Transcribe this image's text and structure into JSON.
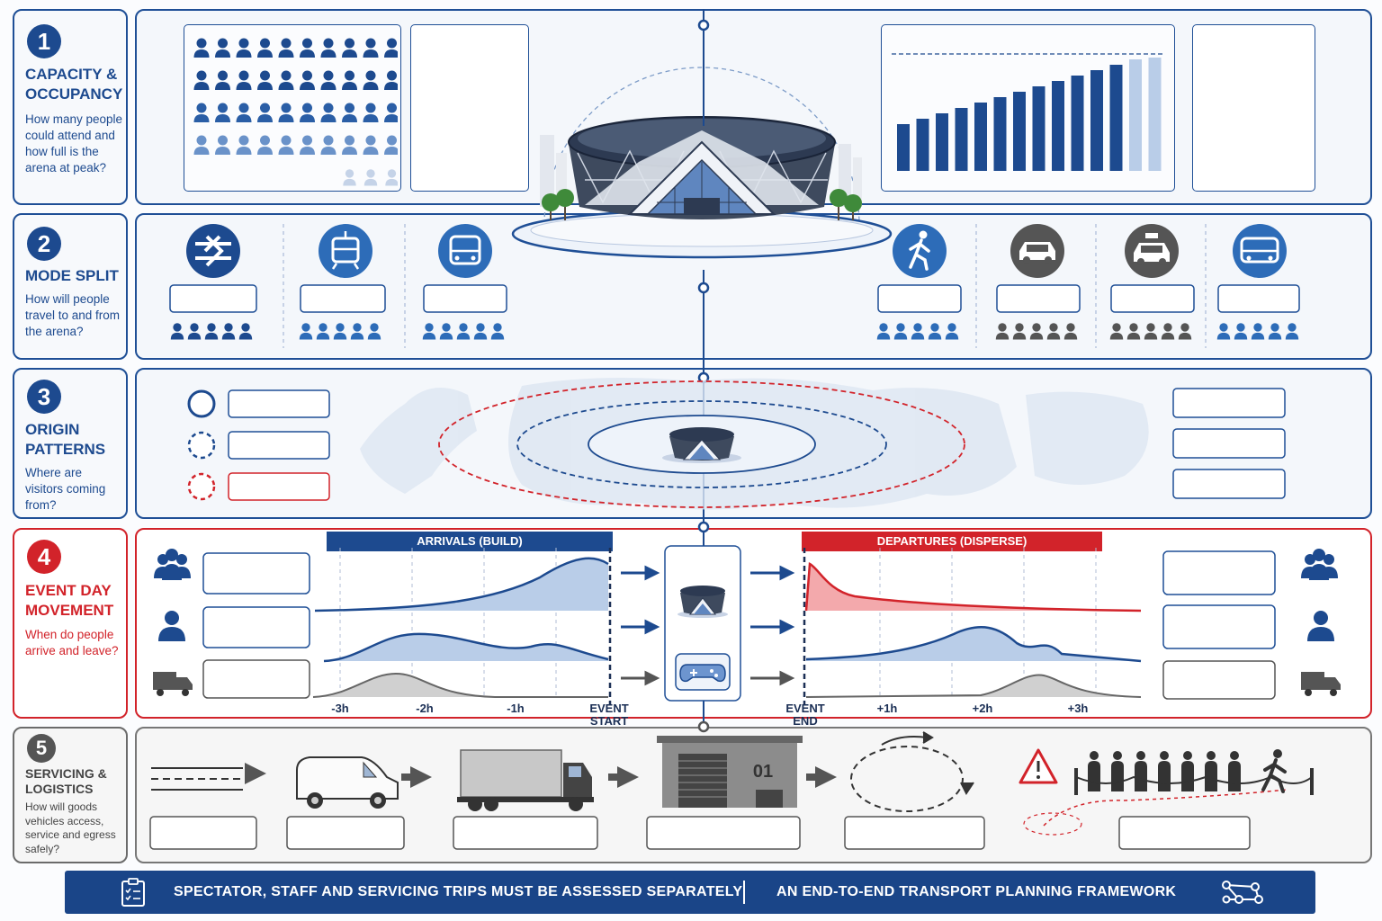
{
  "sections": [
    {
      "number": "1",
      "title": "CAPACITY & OCCUPANCY",
      "desc": "How many people could attend and how full is the arena at peak?"
    },
    {
      "number": "2",
      "title": "MODE SPLIT",
      "desc": "How will people travel to and from the arena?"
    },
    {
      "number": "3",
      "title": "ORIGIN PATTERNS",
      "desc": "Where are visitors coming from?"
    },
    {
      "number": "4",
      "title": "EVENT DAY MOVEMENT",
      "desc": "When do people arrive and leave?"
    },
    {
      "number": "5",
      "title": "SERVICING & LOGISTICS",
      "desc": "How will goods vehicles access, service and egress safely?"
    }
  ],
  "movement": {
    "arrivals_label": "ARRIVALS (BUILD)",
    "departures_label": "DEPARTURES (DISPERSE)",
    "ticks_before": [
      "-3h",
      "-2h",
      "-1h"
    ],
    "event_start": [
      "EVENT",
      "START"
    ],
    "event_end": [
      "EVENT",
      "END"
    ],
    "ticks_after": [
      "+1h",
      "+2h",
      "+3h"
    ]
  },
  "logistics": {
    "dock_number": "01"
  },
  "footer": {
    "left_text": "SPECTATOR, STAFF AND SERVICING TRIPS MUST BE ASSESSED SEPARATELY",
    "right_text": "AN END-TO-END TRANSPORT PLANNING FRAMEWORK"
  },
  "colors": {
    "navy": "#1d4a8f",
    "red": "#d2232a",
    "grey": "#555555",
    "light_blue": "#b9cde8"
  },
  "icons": [
    "rail-icon",
    "tram-icon",
    "bus-icon",
    "walk-icon",
    "car-icon",
    "taxi-icon",
    "coach-icon",
    "group-icon",
    "person-icon",
    "truck-icon",
    "van-icon",
    "warning-icon",
    "gamepad-icon",
    "clipboard-icon",
    "network-icon"
  ]
}
